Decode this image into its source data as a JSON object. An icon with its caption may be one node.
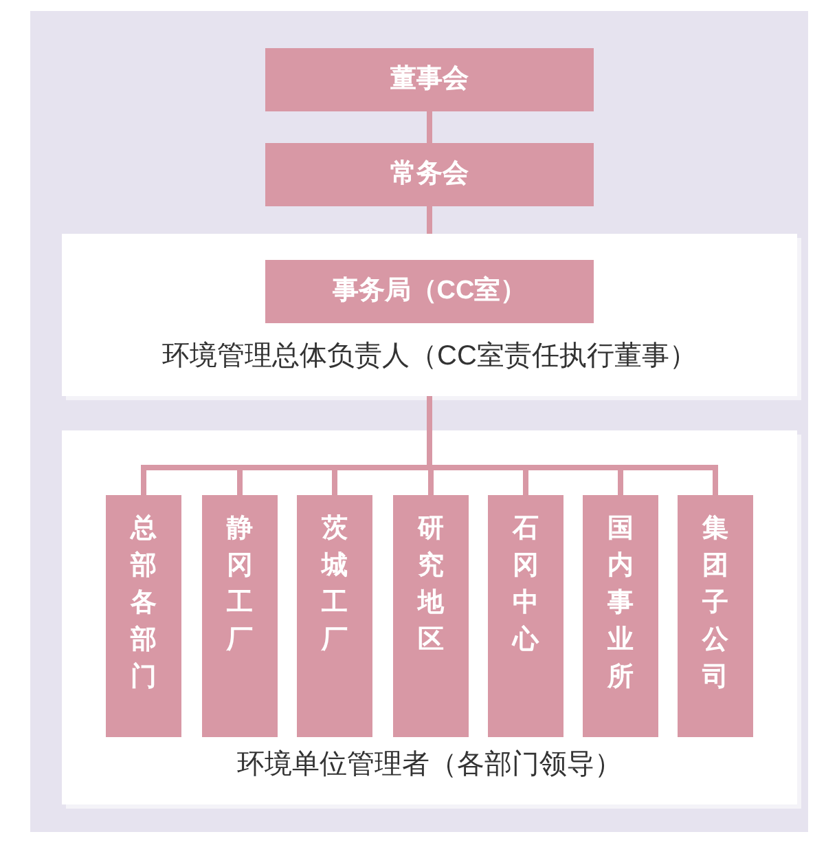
{
  "diagram": {
    "nodes": [
      {
        "text": [
          "董事会"
        ]
      },
      {
        "text": [
          "常务会"
        ]
      },
      {
        "text": [
          "环境管理总体负责人（CC室责任执行董事）"
        ]
      },
      {
        "text": [
          "事务局（CC室）"
        ],
        "in": 2
      },
      {
        "text": [
          "环境单位管理者（各部门领导）"
        ]
      },
      {
        "text": [
          "总部各部门"
        ],
        "in": 4
      },
      {
        "text": [
          "静冈工厂"
        ],
        "in": 4
      },
      {
        "text": [
          "茨城工厂"
        ],
        "in": 4
      },
      {
        "text": [
          "研究地区"
        ],
        "in": 4
      },
      {
        "text": [
          "石冈中心"
        ],
        "in": 4
      },
      {
        "text": [
          "国内事业所"
        ],
        "in": 4
      },
      {
        "text": [
          "集团子公司"
        ],
        "in": 4
      }
    ],
    "edges": [
      {
        "from": 0,
        "to": 1,
        "arrow": "none"
      },
      {
        "from": 1,
        "to": 2,
        "arrow": "none"
      },
      {
        "from": 2,
        "to": 5,
        "arrow": "none"
      },
      {
        "from": 2,
        "to": 6,
        "arrow": "none"
      },
      {
        "from": 2,
        "to": 7,
        "arrow": "none"
      },
      {
        "from": 2,
        "to": 8,
        "arrow": "none"
      },
      {
        "from": 2,
        "to": 9,
        "arrow": "none"
      },
      {
        "from": 2,
        "to": 10,
        "arrow": "none"
      },
      {
        "from": 2,
        "to": 11,
        "arrow": "none"
      }
    ]
  }
}
